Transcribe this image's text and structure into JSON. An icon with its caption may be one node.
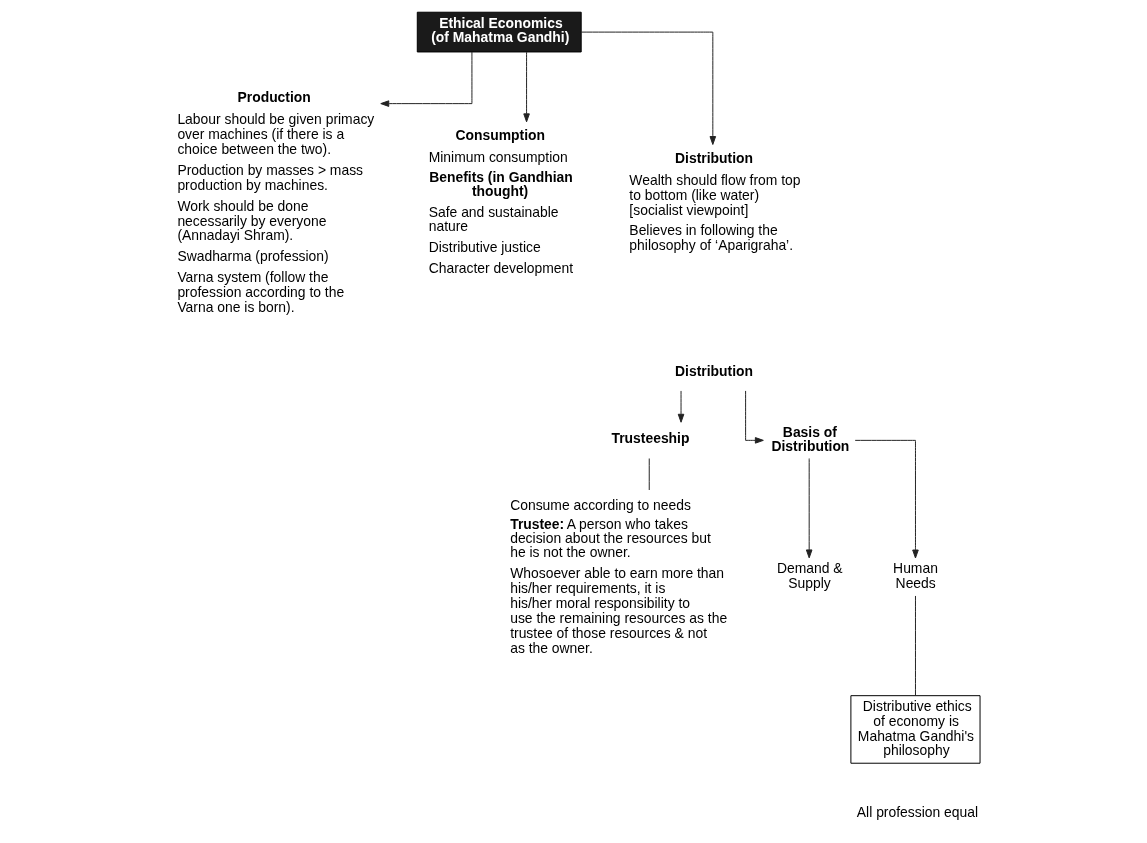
{
  "diagram": {
    "nodes": [
      {
        "text": [
          "Ethical Economics (of Mahatma Gandhi)"
        ]
      },
      {
        "text": [
          "Production",
          "Labour should be given primacy over machines (if there is a choice between the two).",
          "Production by masses > mass production by machines.",
          "Work should be done necessarily by everyone (Annadayi Shram).",
          "Swadharma (profession)",
          "Varna system (follow the profession according to the Varna one is born)."
        ]
      },
      {
        "text": [
          "Consumption",
          "Minimum consumption",
          "Benefits (in Gandhian thought)",
          "Safe and sustainable nature",
          "Distributive justice",
          "Character development"
        ]
      },
      {
        "text": [
          "Distribution",
          "Wealth should flow from top to bottom (like water) [socialist viewpoint]",
          "Believes in following the philosophy of ‘Aparigraha’."
        ]
      },
      {
        "text": [
          "Distribution"
        ]
      },
      {
        "text": [
          "Trusteeship"
        ]
      },
      {
        "text": [
          "Consume according to needs",
          "**Trustee:** A person who takes decision about the resources but he is not the owner.",
          "Whosoever able to earn more than his/her requirements, it is his/her moral responsibility to use the remaining resources as the trustee of those resources & not as the owner."
        ]
      },
      {
        "text": [
          "Basis of Distribution"
        ]
      },
      {
        "text": [
          "Demand & Supply"
        ]
      },
      {
        "text": [
          "Human Needs"
        ]
      },
      {
        "text": [
          "Distributive ethics of economy is Mahatma Gandhi's philosophy"
        ]
      }
    ],
    "edges": [
      {
        "from": 0,
        "to": 1,
        "arrow": "to"
      },
      {
        "from": 0,
        "to": 2,
        "arrow": "to"
      },
      {
        "from": 0,
        "to": 3,
        "arrow": "to"
      },
      {
        "from": 4,
        "to": 5,
        "arrow": "to"
      },
      {
        "from": 4,
        "to": 7,
        "arrow": "to"
      },
      {
        "from": 5,
        "to": 6,
        "arrow": "none"
      },
      {
        "from": 7,
        "to": 8,
        "arrow": "to"
      },
      {
        "from": 7,
        "to": 9,
        "arrow": "to"
      },
      {
        "from": 9,
        "to": 10,
        "arrow": "none"
      }
    ],
    "labels": [
      "All profession equal"
    ]
  }
}
